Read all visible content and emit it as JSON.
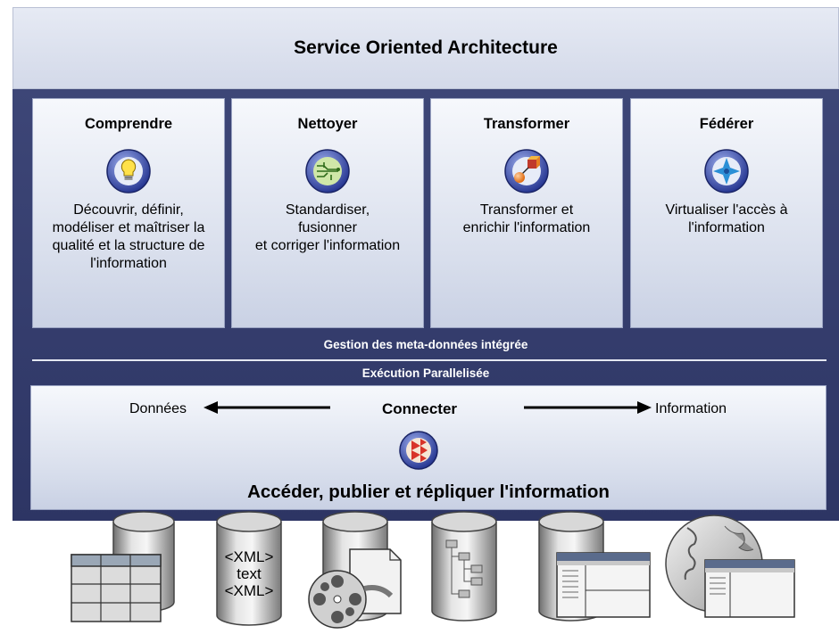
{
  "header": {
    "title": "Service Oriented Architecture"
  },
  "cards": [
    {
      "title": "Comprendre",
      "text": "Découvrir, définir,\nmodéliser et maîtriser la\nqualité et la structure de\nl'information"
    },
    {
      "title": "Nettoyer",
      "text": "Standardiser,\nfusionner\net corriger l'information"
    },
    {
      "title": "Transformer",
      "text": "Transformer et\nenrichir l'information"
    },
    {
      "title": "Fédérer",
      "text": "Virtualiser l'accès à\nl'information"
    }
  ],
  "strips": {
    "metadata": "Gestion des meta-données intégrée",
    "execution": "Exécution Parallelisée"
  },
  "connect": {
    "title": "Connecter",
    "left_label": "Données",
    "right_label": "Information",
    "caption": "Accéder, publier et répliquer l'information"
  },
  "sources": {
    "xml_top": "<XML>",
    "xml_middle": "text",
    "xml_bottom": "<XML>"
  },
  "icons": {
    "comprendre": "lightbulb-icon",
    "nettoyer": "circuit-icon",
    "transformer": "cube-sphere-icon",
    "federer": "compass-arrows-icon",
    "connecter": "triangles-icon"
  },
  "colors": {
    "frame": "#343c6c",
    "panel": "#dfe4f0",
    "header": "#dde2ef"
  }
}
